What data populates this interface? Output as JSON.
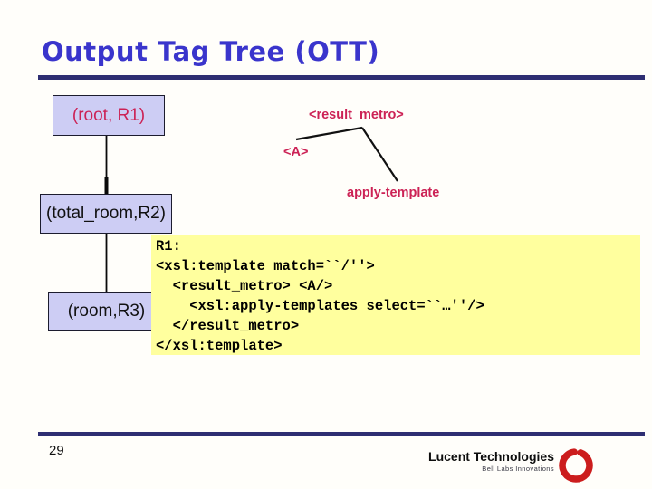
{
  "slide": {
    "title": "Output Tag Tree (OTT)",
    "page_number": "29"
  },
  "tree": {
    "nodes": [
      {
        "label": "(root, R1)"
      },
      {
        "label": "(total_room,R2)"
      },
      {
        "label": "(room,R3)"
      }
    ]
  },
  "ott": {
    "result_metro": "<result_metro>",
    "a_tag": "<A>",
    "apply_template": "apply-template"
  },
  "code": {
    "lines": [
      "R1:",
      "<xsl:template match=``/''>",
      "  <result_metro> <A/>",
      "    <xsl:apply-templates select=``…''/>",
      "  </result_metro>",
      "</xsl:template>"
    ]
  },
  "logo": {
    "company": "Lucent Technologies",
    "tagline": "Bell Labs Innovations"
  },
  "colors": {
    "title_blue": "#3a35cc",
    "rule_navy": "#2e2e72",
    "node_fill": "#cdcdf4",
    "node_border": "#1c1c2e",
    "crimson_text": "#cc2255",
    "code_background": "#ffff9e",
    "lucent_red": "#cc1d1d"
  }
}
